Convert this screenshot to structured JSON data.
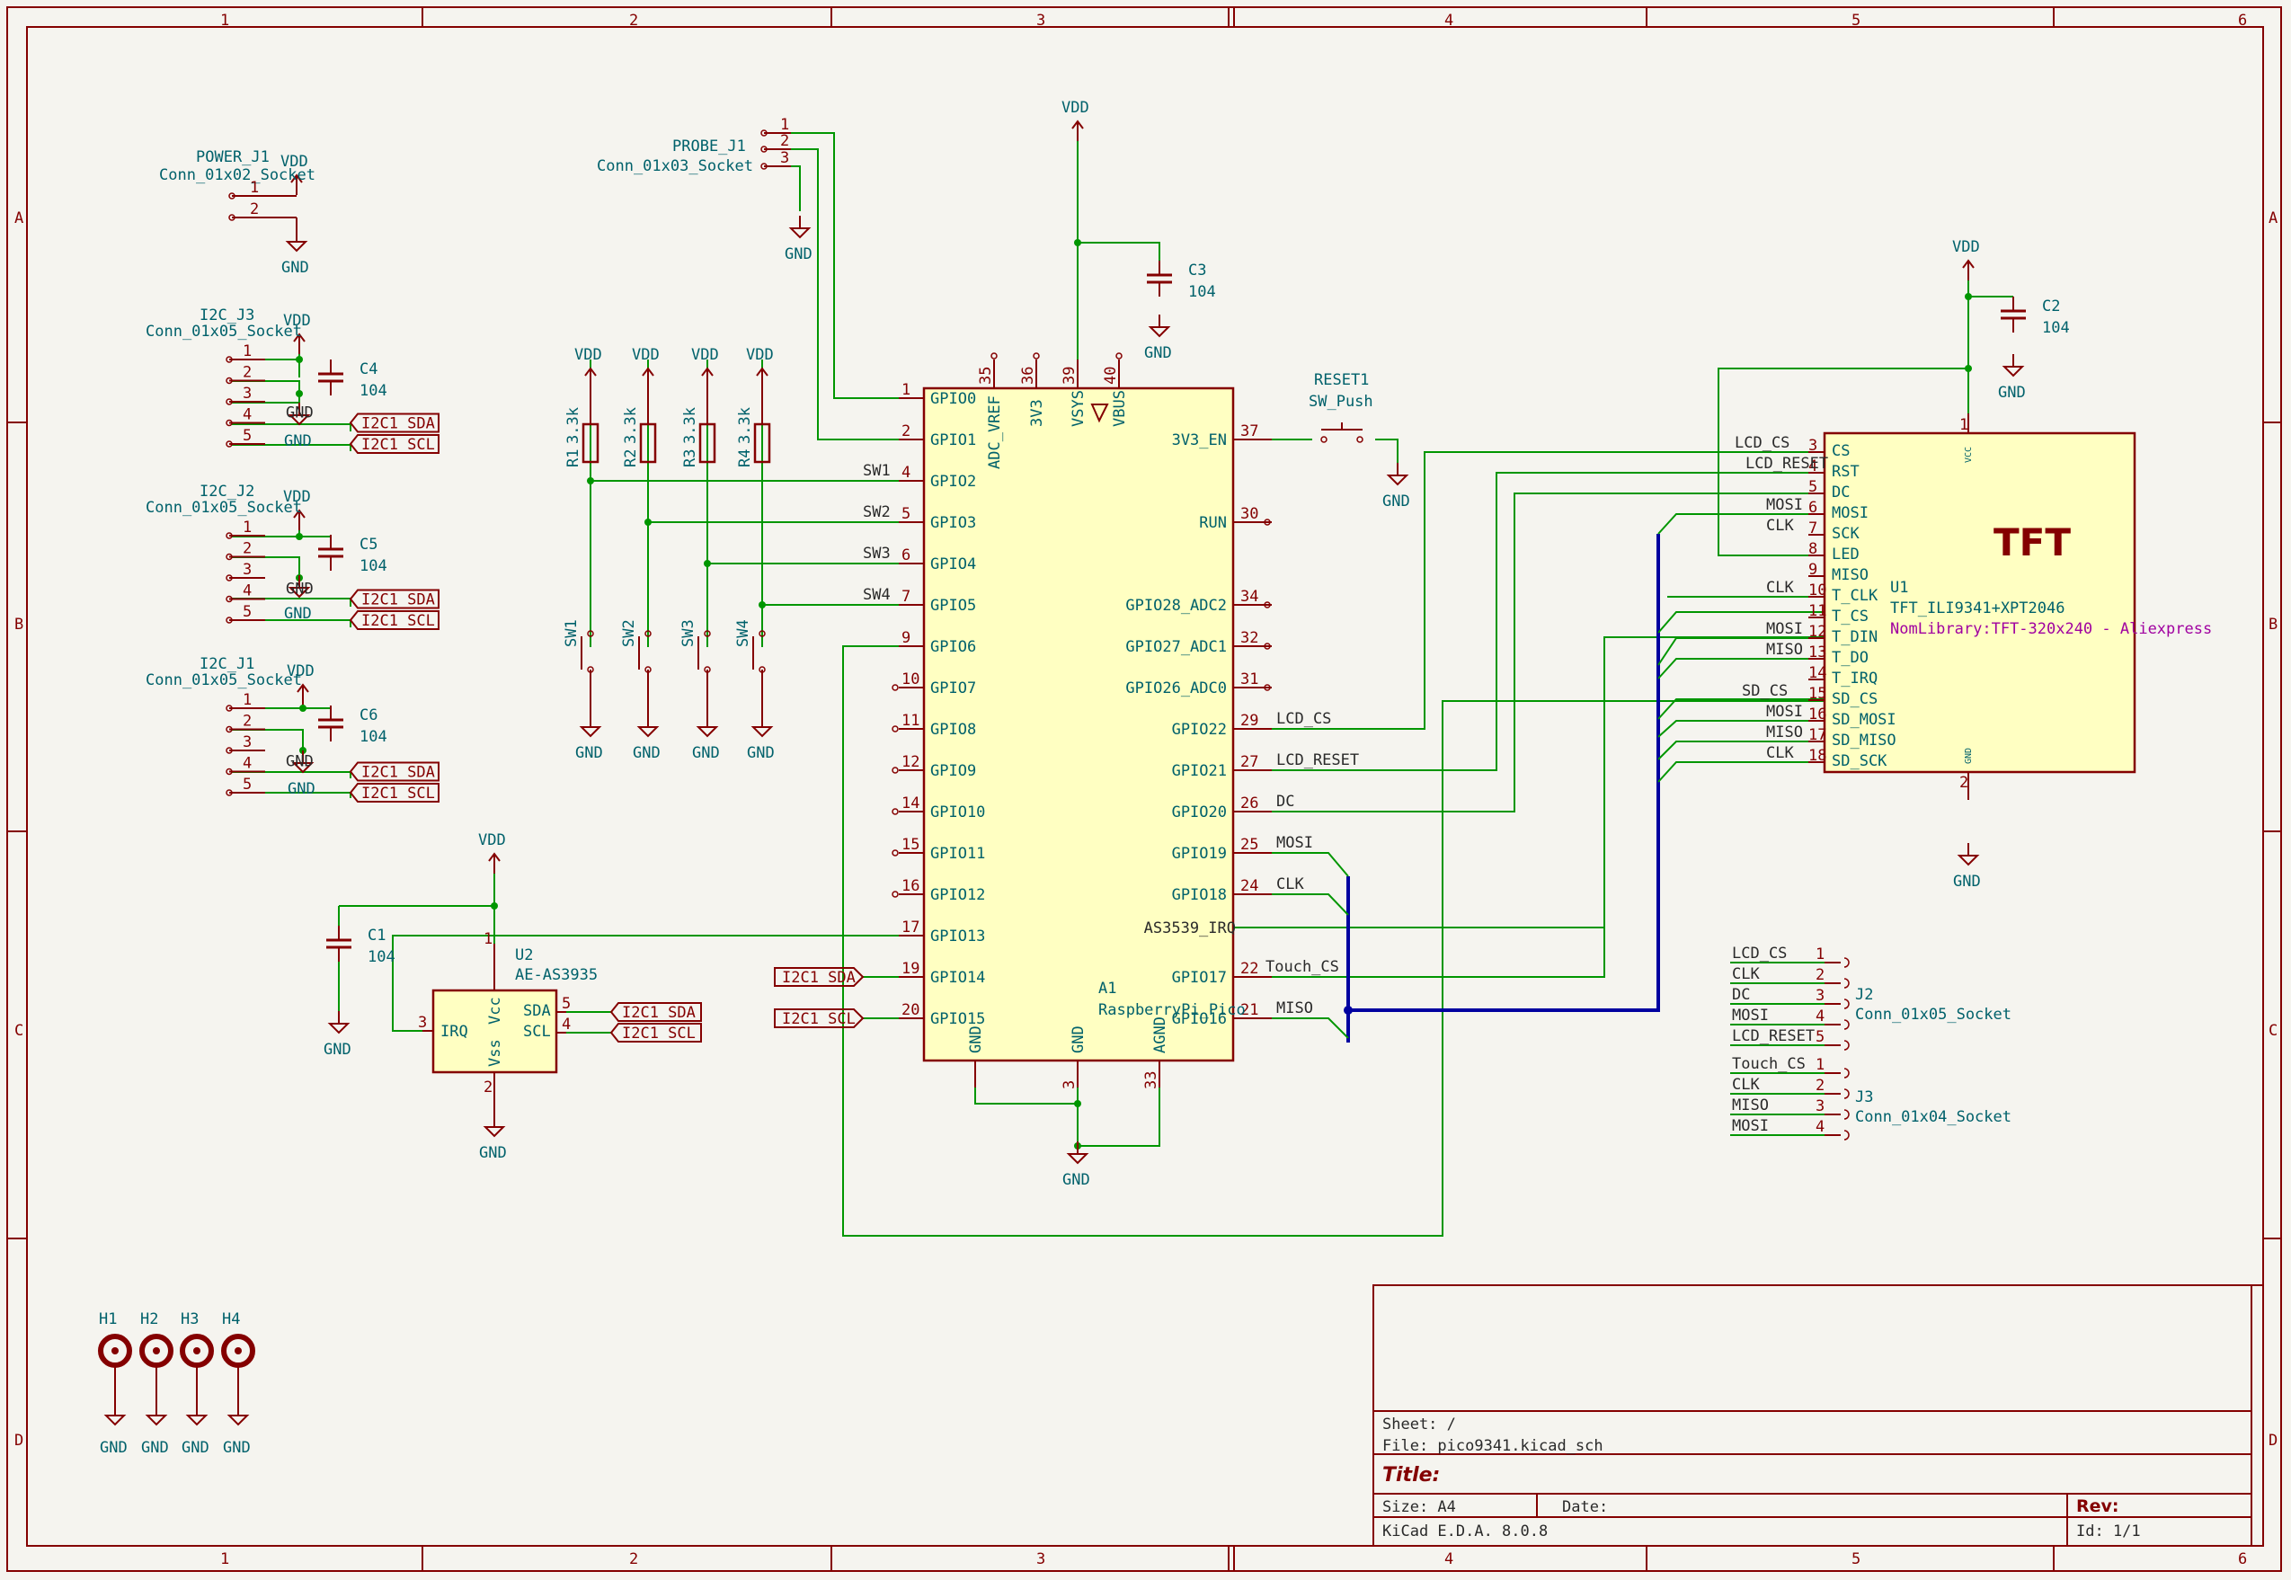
{
  "border": {
    "cols": [
      "1",
      "2",
      "3",
      "4",
      "5",
      "6"
    ],
    "rows": [
      "A",
      "B",
      "C",
      "D"
    ]
  },
  "power": {
    "vdd": "VDD",
    "gnd": "GND"
  },
  "power_j1": {
    "ref": "POWER_J1",
    "value": "Conn_01x02_Socket",
    "pins": [
      "1",
      "2"
    ]
  },
  "i2c_j3": {
    "ref": "I2C_J3",
    "value": "Conn_01x05_Socket"
  },
  "i2c_j2": {
    "ref": "I2C_J2",
    "value": "Conn_01x05_Socket"
  },
  "i2c_j1": {
    "ref": "I2C_J1",
    "value": "Conn_01x05_Socket"
  },
  "i2c_pins": [
    "1",
    "2",
    "3",
    "4",
    "5"
  ],
  "caps": {
    "c1": "C1",
    "c2": "C2",
    "c3": "C3",
    "c4": "C4",
    "c5": "C5",
    "c6": "C6",
    "value": "104"
  },
  "labels": {
    "sda": "I2C1_SDA",
    "scl": "I2C1_SCL"
  },
  "probe": {
    "ref": "PROBE_J1",
    "value": "Conn_01x03_Socket",
    "pins": [
      "1",
      "2",
      "3"
    ]
  },
  "resistors": [
    {
      "ref": "R1",
      "val": "3.3k"
    },
    {
      "ref": "R2",
      "val": "3.3k"
    },
    {
      "ref": "R3",
      "val": "3.3k"
    },
    {
      "ref": "R4",
      "val": "3.3k"
    }
  ],
  "switches": [
    "SW1",
    "SW2",
    "SW3",
    "SW4"
  ],
  "pico": {
    "ref": "A1",
    "value": "RaspberryPi_Pico",
    "left_pins": [
      {
        "name": "GPIO0",
        "num": "1"
      },
      {
        "name": "GPIO1",
        "num": "2"
      },
      {
        "name": "GPIO2",
        "num": "4"
      },
      {
        "name": "GPIO3",
        "num": "5"
      },
      {
        "name": "GPIO4",
        "num": "6"
      },
      {
        "name": "GPIO5",
        "num": "7"
      },
      {
        "name": "GPIO6",
        "num": "9"
      },
      {
        "name": "GPIO7",
        "num": "10"
      },
      {
        "name": "GPIO8",
        "num": "11"
      },
      {
        "name": "GPIO9",
        "num": "12"
      },
      {
        "name": "GPIO10",
        "num": "14"
      },
      {
        "name": "GPIO11",
        "num": "15"
      },
      {
        "name": "GPIO12",
        "num": "16"
      },
      {
        "name": "GPIO13",
        "num": "17"
      },
      {
        "name": "GPIO14",
        "num": "19"
      },
      {
        "name": "GPIO15",
        "num": "20"
      }
    ],
    "right_pins": [
      {
        "name": "3V3_EN",
        "num": "37"
      },
      {
        "name": "RUN",
        "num": "30"
      },
      {
        "name": "GPIO28_ADC2",
        "num": "34"
      },
      {
        "name": "GPIO27_ADC1",
        "num": "32"
      },
      {
        "name": "GPIO26_ADC0",
        "num": "31"
      },
      {
        "name": "GPIO22",
        "num": "29"
      },
      {
        "name": "GPIO21",
        "num": "27"
      },
      {
        "name": "GPIO20",
        "num": "26"
      },
      {
        "name": "GPIO19",
        "num": "25"
      },
      {
        "name": "GPIO18",
        "num": "24"
      },
      {
        "name": "AS3539_IRQ",
        "num": ""
      },
      {
        "name": "GPIO17",
        "num": "22"
      },
      {
        "name": "GPIO16",
        "num": "21"
      }
    ],
    "top_pins": [
      {
        "name": "ADC_VREF",
        "num": "35"
      },
      {
        "name": "3V3",
        "num": "36"
      },
      {
        "name": "VSYS",
        "num": "39"
      },
      {
        "name": "VBUS",
        "num": "40"
      }
    ],
    "bottom_pins": [
      {
        "name": "GND",
        "num": ""
      },
      {
        "name": "GND",
        "num": "3"
      },
      {
        "name": "AGND",
        "num": "33"
      }
    ]
  },
  "sw_labels": [
    "SW1",
    "SW2",
    "SW3",
    "SW4"
  ],
  "pico_nets": [
    "LCD_CS",
    "LCD_RESET",
    "DC",
    "MOSI",
    "CLK",
    "Touch_CS",
    "MISO"
  ],
  "reset": {
    "ref": "RESET1",
    "value": "SW_Push"
  },
  "u2": {
    "ref": "U2",
    "value": "AE-AS3935",
    "pins": {
      "irq": "IRQ",
      "vcc": "Vcc",
      "vss": "Vss",
      "sda": "SDA",
      "scl": "SCL"
    },
    "nums": [
      "1",
      "2",
      "3",
      "5",
      "4"
    ]
  },
  "tft": {
    "ref": "U1",
    "value": "TFT_ILI9341+XPT2046",
    "lib": "NomLibrary:TFT-320x240 - Aliexpress",
    "title": "TFT",
    "vcc": "VCC",
    "gnd": "GND",
    "pins": [
      {
        "name": "CS",
        "num": "3",
        "net": "LCD_CS"
      },
      {
        "name": "RST",
        "num": "4",
        "net": "LCD_RESET"
      },
      {
        "name": "DC",
        "num": "5",
        "net": ""
      },
      {
        "name": "MOSI",
        "num": "6",
        "net": "MOSI"
      },
      {
        "name": "SCK",
        "num": "7",
        "net": "CLK"
      },
      {
        "name": "LED",
        "num": "8",
        "net": ""
      },
      {
        "name": "MISO",
        "num": "9",
        "net": ""
      },
      {
        "name": "T_CLK",
        "num": "10",
        "net": "CLK"
      },
      {
        "name": "T_CS",
        "num": "11",
        "net": ""
      },
      {
        "name": "T_DIN",
        "num": "12",
        "net": "MOSI"
      },
      {
        "name": "T_DO",
        "num": "13",
        "net": "MISO"
      },
      {
        "name": "T_IRQ",
        "num": "14",
        "net": ""
      },
      {
        "name": "SD_CS",
        "num": "15",
        "net": "SD_CS"
      },
      {
        "name": "SD_MOSI",
        "num": "16",
        "net": "MOSI"
      },
      {
        "name": "SD_MISO",
        "num": "17",
        "net": "MISO"
      },
      {
        "name": "SD_SCK",
        "num": "18",
        "net": "CLK"
      }
    ]
  },
  "j2": {
    "ref": "J2",
    "value": "Conn_01x05_Socket",
    "nets": [
      "LCD_CS",
      "CLK",
      "DC",
      "MOSI",
      "LCD_RESET"
    ],
    "pins": [
      "1",
      "2",
      "3",
      "4",
      "5"
    ]
  },
  "j3": {
    "ref": "J3",
    "value": "Conn_01x04_Socket",
    "nets": [
      "Touch_CS",
      "CLK",
      "MISO",
      "MOSI"
    ],
    "pins": [
      "1",
      "2",
      "3",
      "4"
    ]
  },
  "holes": [
    "H1",
    "H2",
    "H3",
    "H4"
  ],
  "titleblock": {
    "sheet": "Sheet: /",
    "file": "File: pico9341.kicad_sch",
    "title": "Title:",
    "size": "Size: A4",
    "date": "Date:",
    "rev": "Rev:",
    "tool": "KiCad E.D.A. 8.0.8",
    "id": "Id: 1/1"
  }
}
